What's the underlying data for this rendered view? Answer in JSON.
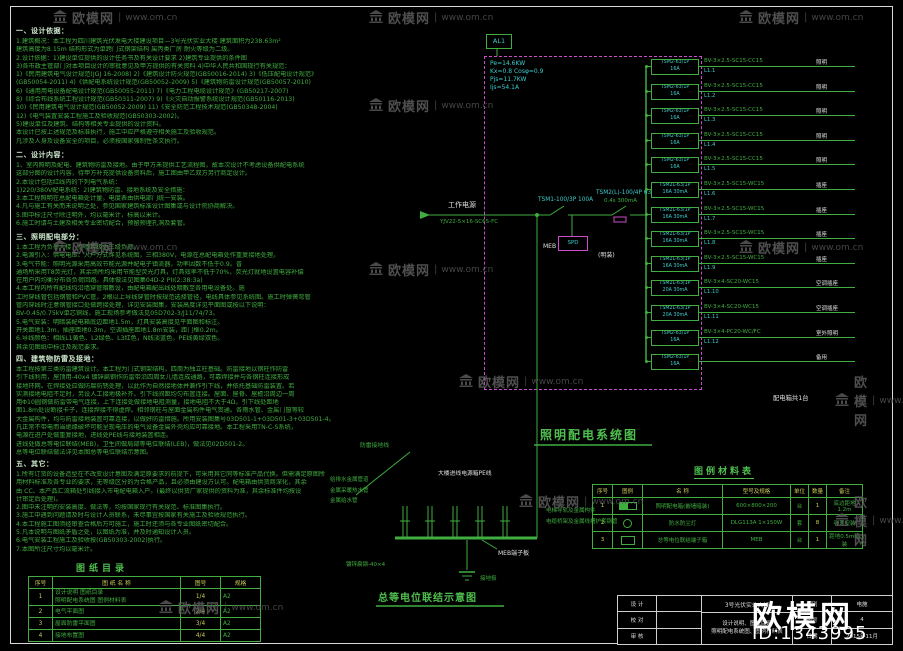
{
  "watermark": {
    "brand": "欧模网",
    "sep": "|",
    "site": "www.om.cn",
    "positions": [
      {
        "style": "left:52px;top:8px"
      },
      {
        "style": "left:368px;top:8px"
      },
      {
        "style": "left:738px;top:8px"
      },
      {
        "style": "left:368px;top:96px"
      },
      {
        "style": "left:52px;top:238px"
      },
      {
        "style": "left:368px;top:260px"
      },
      {
        "style": "left:738px;top:238px"
      },
      {
        "style": "left:458px;top:372px"
      },
      {
        "style": "left:834px;top:372px"
      },
      {
        "style": "left:518px;top:492px"
      },
      {
        "style": "left:834px;top:492px"
      },
      {
        "style": "left:158px;top:598px"
      }
    ]
  },
  "overlay": {
    "brand": "欧模网",
    "id_text": "ID:1343995"
  },
  "notes": {
    "s1": {
      "heading": "一、设计依据：",
      "lines": [
        "1.建筑概况：本工程为四川建筑光伏发电大楼建设项目—3号光伏实业大楼  建筑面积为238.63m²",
        "建筑高度为8.15m  结构形式为单跨门式钢架结构  属丙类厂房  耐火等级为二级。",
        "2.设计依据：1)建设单位提供的设计任务书及有关设计要求  2)建筑专业提供的条件图",
        "3)各市政主管部门对本项目设计的审批意见及甲方提供的有关资料  4)中华人民共和国现行有关规范：",
        "1)《民用建筑电气设计规范(JGJ 16-2008)  2)《建筑设计防火规范(GB50016-2014)  3)《低压配电设计规范》",
        "(GB50054-2011)  4)《供配电系统设计规范(GB50052-2009)  5)《建筑物防雷设计规范(GB50057-2010)",
        "6)《通用用电设备配电设计规范(GB50055-2011)  7)《电力工程电缆设计规范》(GB50217-2007)",
        "8)《综合布线系统工程设计规范(GB50311-2007)  9)《火灾自动报警系统设计规范(GB50116-2013)",
        "10)《民用建筑电气设计规范(GB50052-2009)  11)《安全防范工程技术规范(GB50348-2004)",
        "12)《电气装置安装工程施工及验收规范(GB50303-2002)。",
        "5)建设单位及建筑、结构等相关专业提供的设计资料。",
        "本设计已按上述规范及标准执行，施工中应严格遵守相关施工及验收规范。",
        "凡涉及人身及设备安全的项目，必须按国家强制性条文执行。"
      ]
    },
    "s2": {
      "heading": "二、设计内容：",
      "lines": [
        "1、室内照明及配电、建筑物防雷及接地。由于甲方未提供工艺流程图，故本次设计不考虑设备供配电系统",
        "这部分图的设计内容，待甲方补充提供设备资料后，施工图由甲乙双方另行商定设计。",
        "2.本设计包括红线内的下列电气系统：",
        "1)220/380V配电系统：2)建筑物防雷、接地系统及安全措施：",
        "3.本工程照明在总配电箱处计量，电度表由供电部门统一安装。",
        "4.凡与施工有关而未说明之处，参见国家建筑标准设计图集或与设计院协商解决。",
        "5.图中标注尺寸除注明外，均以毫米计，标高以米计。",
        "6.施工时请与土建及相关专业密切配合，预留预埋孔洞及套管。"
      ]
    },
    "s3": {
      "heading": "三、照明配电部分：",
      "lines": [
        "1.本工程为负荷大楼，负荷等级为三级负荷。",
        "2.电源引入：供电电压、入户方式详见系统图，三相380V，电源在总配电箱处作重复接地处理。",
        "3.电气节能：照明光源采用高效节能光源并配电子镇流器，功率因数不低于0.9。普",
        "通场所采用T8荧光灯，其余场所均采用节能型荧光灯具，灯具效率不低于70%，荧光灯就地设置电容补偿",
        "在用户内均衡分布各负荷回路。具体做法见图集04D-2 PII(2:38:3a)",
        "4.本工程内所有配线均沿墙穿管暗敷设，由配电箱配出线处暗敷至各用电设备处。施",
        "工时穿线管包括钢管和PVC管，2根以上导线穿管时按规范选择管径，电线具体参见系统图。施工时弹簧弯管",
        "管内穿线时注意钢管接口处做跨接处理，详见安装图集，安装高度详见平面图或按以下说明：",
        "BV-0.45/0.75kV单芯铜线，施工现场参考做法见05D702-3/J11/74/73。",
        "5.电气安装：明暗装配电箱底边距地1.5m，灯具安装高度见平面图和标注。",
        "开关距地1.3m，插座距地0.3m，空调插座距地1.8m安装，距门框0.2m。",
        "6.导线颜色：相线L1黄色、L2绿色、L3红色，N线淡蓝色，PE线黄绿双色。",
        "其余见图纸中标注及规范要求。"
      ]
    },
    "s4": {
      "heading": "四、建筑物防雷及接地：",
      "lines": [
        "本工程按第三类防雷建筑设计。本工程为门式钢架结构，四周为独立柱基础。防雷接地以钢柱作防雷",
        "引下线利用，屋顶用-40x4 镀锌扁钢作防雷带沿四周女儿墙连成通路，可靠焊接并与各钢柱连接形成",
        "接地环网。在焊接处应做防腐防锈处理，以此作为自然接地体并兼作引下线，并依托基础防雷装置。若",
        "实测接地电阻不足时，另设人工接地极补齐。引下线间距均匀布置连接。屋面、屋脊、屋檐沿周边一周",
        "用Φ10圆钢做防雷带电气连接，上下连接处做接地电阻测量，接地电阻不大于4Ω，引下线处距地",
        "面1.8m处设断接卡子，连接焊接不得虚焊。相邻钢柱与屋面金属构件电气贯通。各雨水管、金属门窗等较",
        "大金属构件，均与防雷接地装置可靠连接，以做好防雷措施。所用安装图集号03D501-1+03D501-3+03D501-4。",
        "凡正常不带电而当绝缘破坏可能呈现电压的电气设备金属外壳均应可靠接地。本工程采用TN-C-S系统，",
        "电源在进户处做重复接地，进线处PE线与接地装置相连。",
        "进线处做总等电位联结(MEB)，卫生间做局部等电位联结(LEB)，做法见02D501-2。",
        "总等电位联结做法详见本图总等电位联结示意图。"
      ]
    },
    "s5": {
      "heading": "五、其它：",
      "lines": [
        "1.所有订货的设备造型在不改变设计意图及满足原要求的前提下，可采用其它同等标准产品代换。但需满足原图所",
        "用材料标准及各专业的要求，无等级区分的为合格产品，且必须由建设方认可。配电箱由供货商深化，其余",
        "由 CC、本产品汇流箱处引线接入市电配电箱入户。(最终以供货厂家提供的资料为准，其余标准件均按设",
        "计审定后处理)。",
        "2.图中未注明的安装高度、做法等，均按国家现行有关规范、标准图集执行。",
        "3.施工中遇到问题请及时与设计人员联系，未尽事宜按国家有关施工及验收规范执行。",
        "4.本工程施工图须经审查合格后方可施工，施工时还须与各专业图纸密切配合。",
        "5.凡本说明与图纸矛盾之处，以图纸为准，并及时通知设计人员。",
        "6.电气安装工程施工及验收按(GB50303-2002)执行。",
        "7.本图所注尺寸均以毫米计。"
      ]
    }
  },
  "drawing_index": {
    "title": "图纸目录",
    "headers": [
      "序号",
      "图  纸  名  称",
      "图号",
      "规格"
    ],
    "rows": [
      {
        "no": "1",
        "name": "设计说明  图纸目录\n照明配电系统图  图例材料表",
        "sheet": "1/4",
        "size": "A2"
      },
      {
        "no": "2",
        "name": "电气平面图",
        "sheet": "2/4",
        "size": "A2"
      },
      {
        "no": "3",
        "name": "屋面防雷平面图",
        "sheet": "3/4",
        "size": "A2"
      },
      {
        "no": "4",
        "name": "接地布置图",
        "sheet": "4/4",
        "size": "A2"
      }
    ]
  },
  "system_diagram": {
    "caption": "照明配电系统图",
    "panel_tag": "AL1",
    "source_label": "工作电源",
    "source_cable": "YJV22-5×16-SC65-FC",
    "main_breaker": "TSM1-100/3P 100A",
    "rcd": "TSM2(L)-100/4P 63A",
    "rcd_params": "0.4s  300mA",
    "spd": "SPD",
    "mount": "(明装)",
    "meb": "MEB",
    "panel_note": "配电箱共1台",
    "calc": {
      "l1": "Pe=14.6KW",
      "l2": "Kx=0.8 Cosφ=0.9",
      "l3": "Pjs=11.7KW",
      "l4": "Ijs=54.1A"
    },
    "circuits": [
      {
        "style": "top:52px",
        "model": "TSM2-63/1P",
        "amp": "16A",
        "wire": "BV-3×2.5-SC15-CC15",
        "load": "照明",
        "cct": "L1.1"
      },
      {
        "style": "top:77px",
        "model": "TSM2-63/1P",
        "amp": "16A",
        "wire": "BV-3×2.5-SC15-CC15",
        "load": "照明",
        "cct": "L1.2"
      },
      {
        "style": "top:101px",
        "model": "TSM2-63/1P",
        "amp": "16A",
        "wire": "BV-3×2.5-SC15-CC15",
        "load": "照明",
        "cct": "L1.3"
      },
      {
        "style": "top:126px",
        "model": "TSM2-63/1P",
        "amp": "16A",
        "wire": "BV-3×2.5-SC15-CC15",
        "load": "照明",
        "cct": "L1.4"
      },
      {
        "style": "top:150px",
        "model": "TSM2-63/1P",
        "amp": "16A",
        "wire": "BV-3×2.5-SC15-CC15",
        "load": "照明",
        "cct": "L1.5"
      },
      {
        "style": "top:175px",
        "model": "TSM2L-63/1P",
        "amp": "16A 30mA",
        "wire": "BV-3×2.5-SC15-WC15",
        "load": "插座",
        "cct": "L1.6"
      },
      {
        "style": "top:200px",
        "model": "TSM2L-63/1P",
        "amp": "16A 30mA",
        "wire": "BV-3×2.5-SC15-WC15",
        "load": "插座",
        "cct": "L1.7"
      },
      {
        "style": "top:224px",
        "model": "TSM2L-63/1P",
        "amp": "16A 30mA",
        "wire": "BV-3×2.5-SC15-WC15",
        "load": "插座",
        "cct": "L1.8"
      },
      {
        "style": "top:249px",
        "model": "TSM2L-63/1P",
        "amp": "16A 30mA",
        "wire": "BV-3×2.5-SC15-WC15",
        "load": "插座",
        "cct": "L1.9"
      },
      {
        "style": "top:273px",
        "model": "TSM2L-63/1P",
        "amp": "20A 30mA",
        "wire": "BV-3×4-SC20-WC15",
        "load": "空调插座",
        "cct": "L1.10"
      },
      {
        "style": "top:298px",
        "model": "TSM2L-63/1P",
        "amp": "20A 30mA",
        "wire": "BV-3×4-SC20-WC15",
        "load": "空调插座",
        "cct": "L1.11"
      },
      {
        "style": "top:323px",
        "model": "TSM2-63/1P",
        "amp": "16A",
        "wire": "BV-3×4-PC20-WC/FC",
        "load": "室外照明",
        "cct": "L1.12"
      },
      {
        "style": "top:347px",
        "model": "TSM2-63/1P",
        "amp": "16A",
        "wire": "",
        "load": "备用",
        "cct": ""
      }
    ]
  },
  "legend_table": {
    "title": "图例材料表",
    "headers": [
      "序号",
      "图例",
      "名  称",
      "型号及规格",
      "单位",
      "数量",
      "备注"
    ],
    "rows": [
      {
        "no": "1",
        "icon": "panel-box-icon",
        "name": "照明配电箱(嵌墙暗装)",
        "spec": "600×800×200",
        "unit": "台",
        "qty": "1",
        "note": "底边距地1.2m"
      },
      {
        "no": "2",
        "icon": "lamp-icon",
        "name": "防水防尘灯",
        "spec": "DLG113A 1×150W",
        "unit": "套",
        "qty": "8",
        "note": "吸顶安装"
      },
      {
        "no": "3",
        "icon": "meb-box-icon",
        "name": "总等电位联结端子箱",
        "spec": "MEB",
        "unit": "台",
        "qty": "1",
        "note": "距地0.5m暗装"
      }
    ]
  },
  "meb_diagram": {
    "caption": "总等电位联结示意图",
    "pe_label": "大楼进线电源箱PE线",
    "meb_label": "MEB端子板",
    "strap_label": "镀锌扁钢-40×4",
    "ground_label": "接地极",
    "lightning_label": "防雷接地线",
    "left_labels": [
      "给排水金属管道",
      "金属采暖热水管",
      "金属给水管"
    ],
    "right_labels": [
      "电梯导轨及金属构件",
      "电缆桥架及金属线槽护套钢管"
    ]
  },
  "title_block": {
    "sign_rows": [
      {
        "label": "设 计"
      },
      {
        "label": "校 对"
      },
      {
        "label": "审 核"
      }
    ],
    "project": "3号光伏实业大楼",
    "drawing_title_1": "设计说明、图纸目录",
    "drawing_title_2": "照明配电系统图、图例材料表",
    "fields": [
      {
        "label": "图别",
        "value": "电施"
      },
      {
        "label": "图号",
        "value": "4"
      },
      {
        "label": "日期",
        "value": "2015年11月"
      }
    ]
  }
}
